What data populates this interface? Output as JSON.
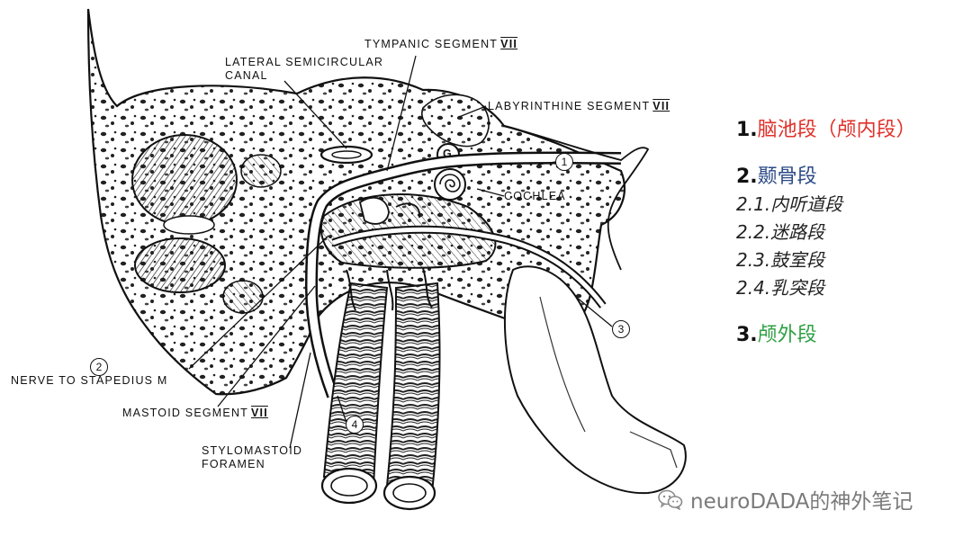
{
  "diagram": {
    "labels": {
      "tympanic": {
        "text": "TYMPANIC SEGMENT",
        "roman": "VII"
      },
      "lateral_canal": {
        "line1": "LATERAL SEMICIRCULAR",
        "line2": "CANAL"
      },
      "labyrinthine": {
        "text": "LABYRINTHINE SEGMENT",
        "roman": "VII"
      },
      "cochlea": "COCHLEA",
      "geniculate": "G",
      "nerve_stapedius": "NERVE TO STAPEDIUS m",
      "mastoid": {
        "text": "MASTOID SEGMENT",
        "roman": "VII"
      },
      "stylomastoid": {
        "line1": "STYLOMASTOID",
        "line2": "FORAMEN"
      }
    },
    "markers": [
      "1",
      "2",
      "3",
      "4"
    ]
  },
  "legend": {
    "item1": {
      "num": "1.",
      "text": "脑池段（颅内段）",
      "color": "#e0302a"
    },
    "item2": {
      "num": "2.",
      "text": "颞骨段",
      "color": "#2b4a86"
    },
    "sub": [
      "2.1.内听道段",
      "2.2.迷路段",
      "2.3.鼓室段",
      "2.4.乳突段"
    ],
    "item3": {
      "num": "3.",
      "text": "颅外段",
      "color": "#2ea043"
    }
  },
  "watermark": {
    "text": "neuroDADA的神外笔记",
    "icon": "wechat-icon"
  }
}
